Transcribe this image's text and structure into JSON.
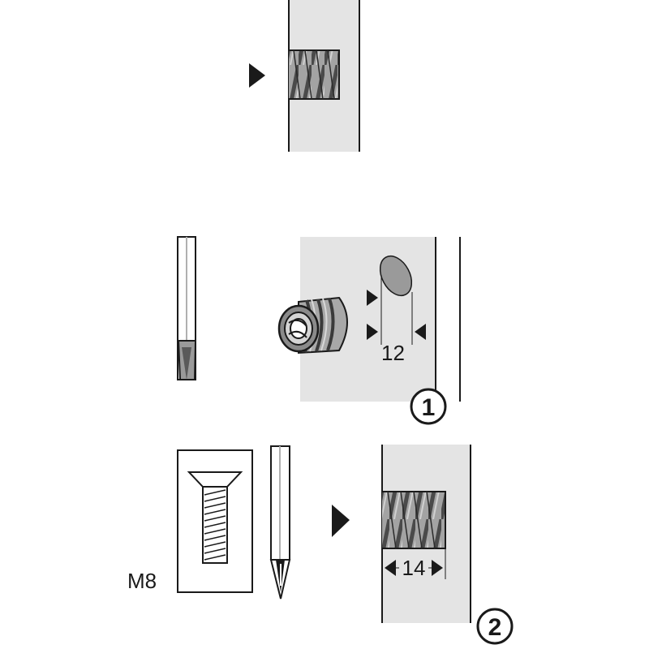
{
  "diagram": {
    "step_1": {
      "badge": "1",
      "hole_diameter": "12"
    },
    "step_2": {
      "badge": "2",
      "outer_diameter": "14",
      "screw_size": "M8"
    }
  },
  "colors": {
    "panel": "#e4e4e4",
    "ink": "#1a1a1a",
    "metal": "#9a9a9a",
    "metal_dark": "#5a5a5a"
  },
  "icons": [
    "threaded-insert-icon",
    "flat-screwdriver-icon",
    "phillips-screwdriver-icon",
    "countersunk-screw-icon",
    "arrow-right-icon"
  ]
}
